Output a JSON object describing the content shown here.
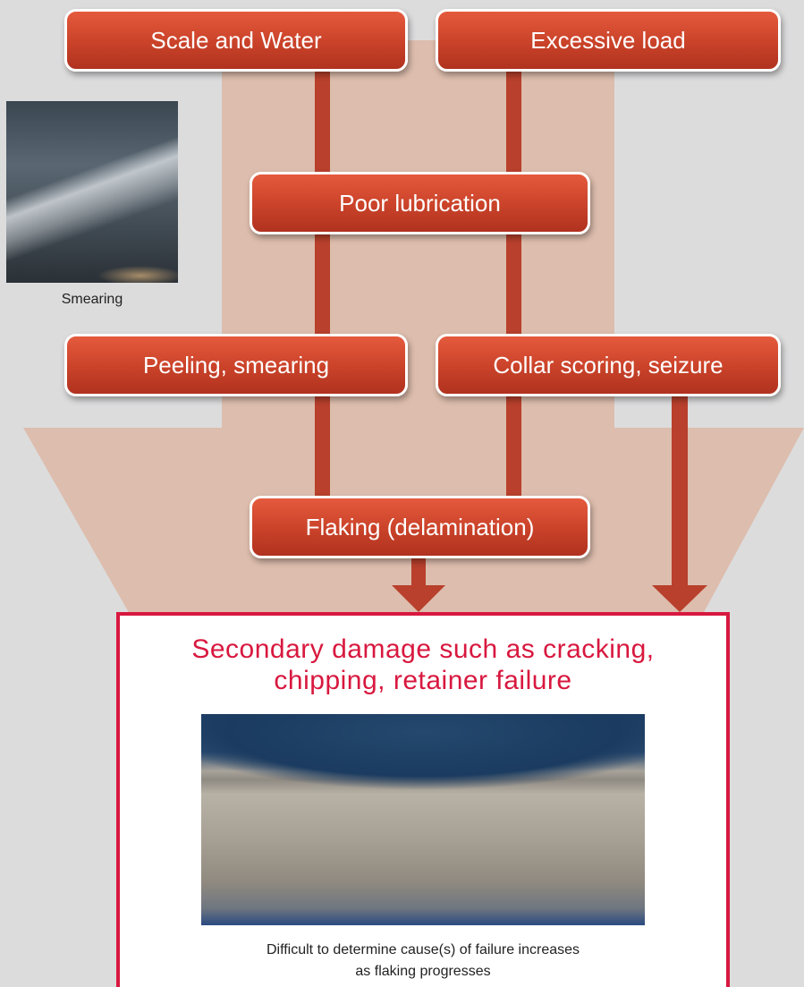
{
  "boxes": {
    "scale_and_water": "Scale and Water",
    "excessive_load": "Excessive load",
    "poor_lubrication": "Poor lubrication",
    "peeling_smearing": "Peeling, smearing",
    "collar_scoring": "Collar scoring, seizure",
    "flaking": "Flaking (delamination)"
  },
  "smearing_caption": "Smearing",
  "result": {
    "title_line1": "Secondary damage such as cracking,",
    "title_line2": "chipping, retainer failure",
    "caption_line1": "Difficult to determine cause(s) of failure increases",
    "caption_line2": "as flaking progresses"
  },
  "colors": {
    "box_red": "#c94229",
    "connector": "#b8402c",
    "big_arrow": "#ddbdad",
    "accent_red": "#d8183f",
    "background": "#dcdcdd"
  }
}
